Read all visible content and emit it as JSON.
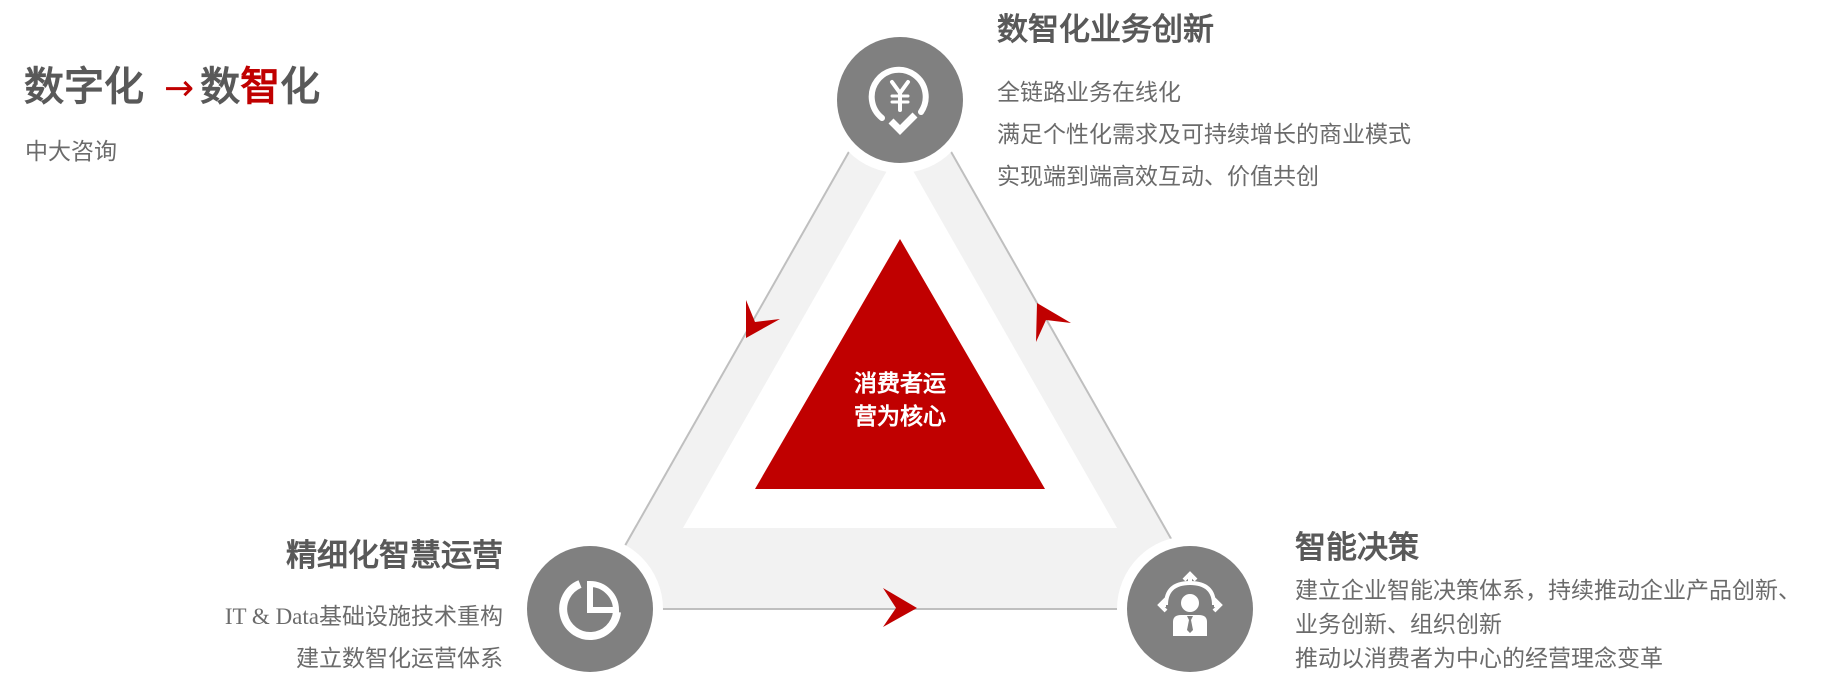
{
  "header": {
    "title_part1": "数字化",
    "title_arrow": "→",
    "title_part2a": "数",
    "title_part2_highlight": "智",
    "title_part2b": "化",
    "subtitle": "中大咨询"
  },
  "colors": {
    "accent_red": "#c00000",
    "circle_gray": "#808080",
    "band_gray": "#f2f2f2",
    "edge_gray": "#bfbfbf",
    "text_gray": "#595959"
  },
  "center": {
    "line1": "消费者运",
    "line2": "营为核心"
  },
  "nodes": {
    "top": {
      "icon": "yen-check-icon",
      "title": "数智化业务创新",
      "lines": [
        "全链路业务在线化",
        "满足个性化需求及可持续增长的商业模式",
        "实现端到端高效互动、价值共创"
      ]
    },
    "bottom_left": {
      "icon": "pie-chart-icon",
      "title": "精细化智慧运营",
      "line1_latin": "IT & Data",
      "line1_cjk": "基础设施技术重构",
      "lines": [
        "建立数智化运营体系"
      ]
    },
    "bottom_right": {
      "icon": "decision-person-icon",
      "title": "智能决策",
      "lines": [
        "建立企业智能决策体系，持续推动企业产品创新、",
        "业务创新、组织创新",
        "推动以消费者为中心的经营理念变革"
      ]
    }
  },
  "flow_arrows": [
    "arrow-top-to-bottom-left",
    "arrow-bottom-left-to-bottom-right",
    "arrow-bottom-right-to-top"
  ]
}
